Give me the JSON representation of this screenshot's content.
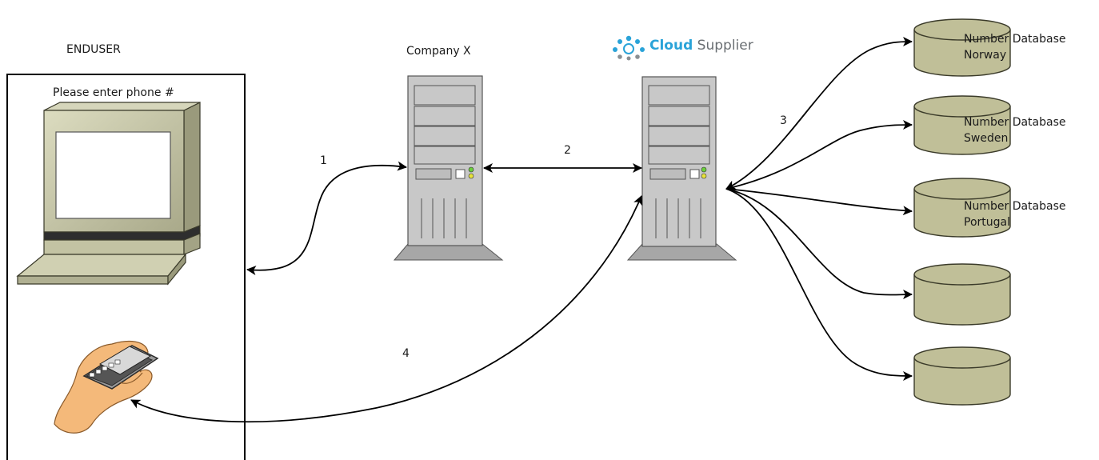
{
  "enduser": {
    "title": "ENDUSER",
    "prompt": "Please enter phone #"
  },
  "company": {
    "title": "Company X"
  },
  "cloud": {
    "logo_word1": "Cloud",
    "logo_word2": "Supplier",
    "brand_color": "#2aa3d8"
  },
  "steps": [
    "1",
    "2",
    "3",
    "4"
  ],
  "databases": [
    {
      "line1": "Number Database",
      "line2": "Norway"
    },
    {
      "line1": "Number Database",
      "line2": "Sweden"
    },
    {
      "line1": "Number Database",
      "line2": "Portugal"
    },
    {
      "line1": "",
      "line2": ""
    },
    {
      "line1": "",
      "line2": ""
    }
  ],
  "colors": {
    "db_fill": "#c0bf98",
    "server_fill": "#c8c8c8",
    "computer_fill": "#c3c3a3"
  }
}
